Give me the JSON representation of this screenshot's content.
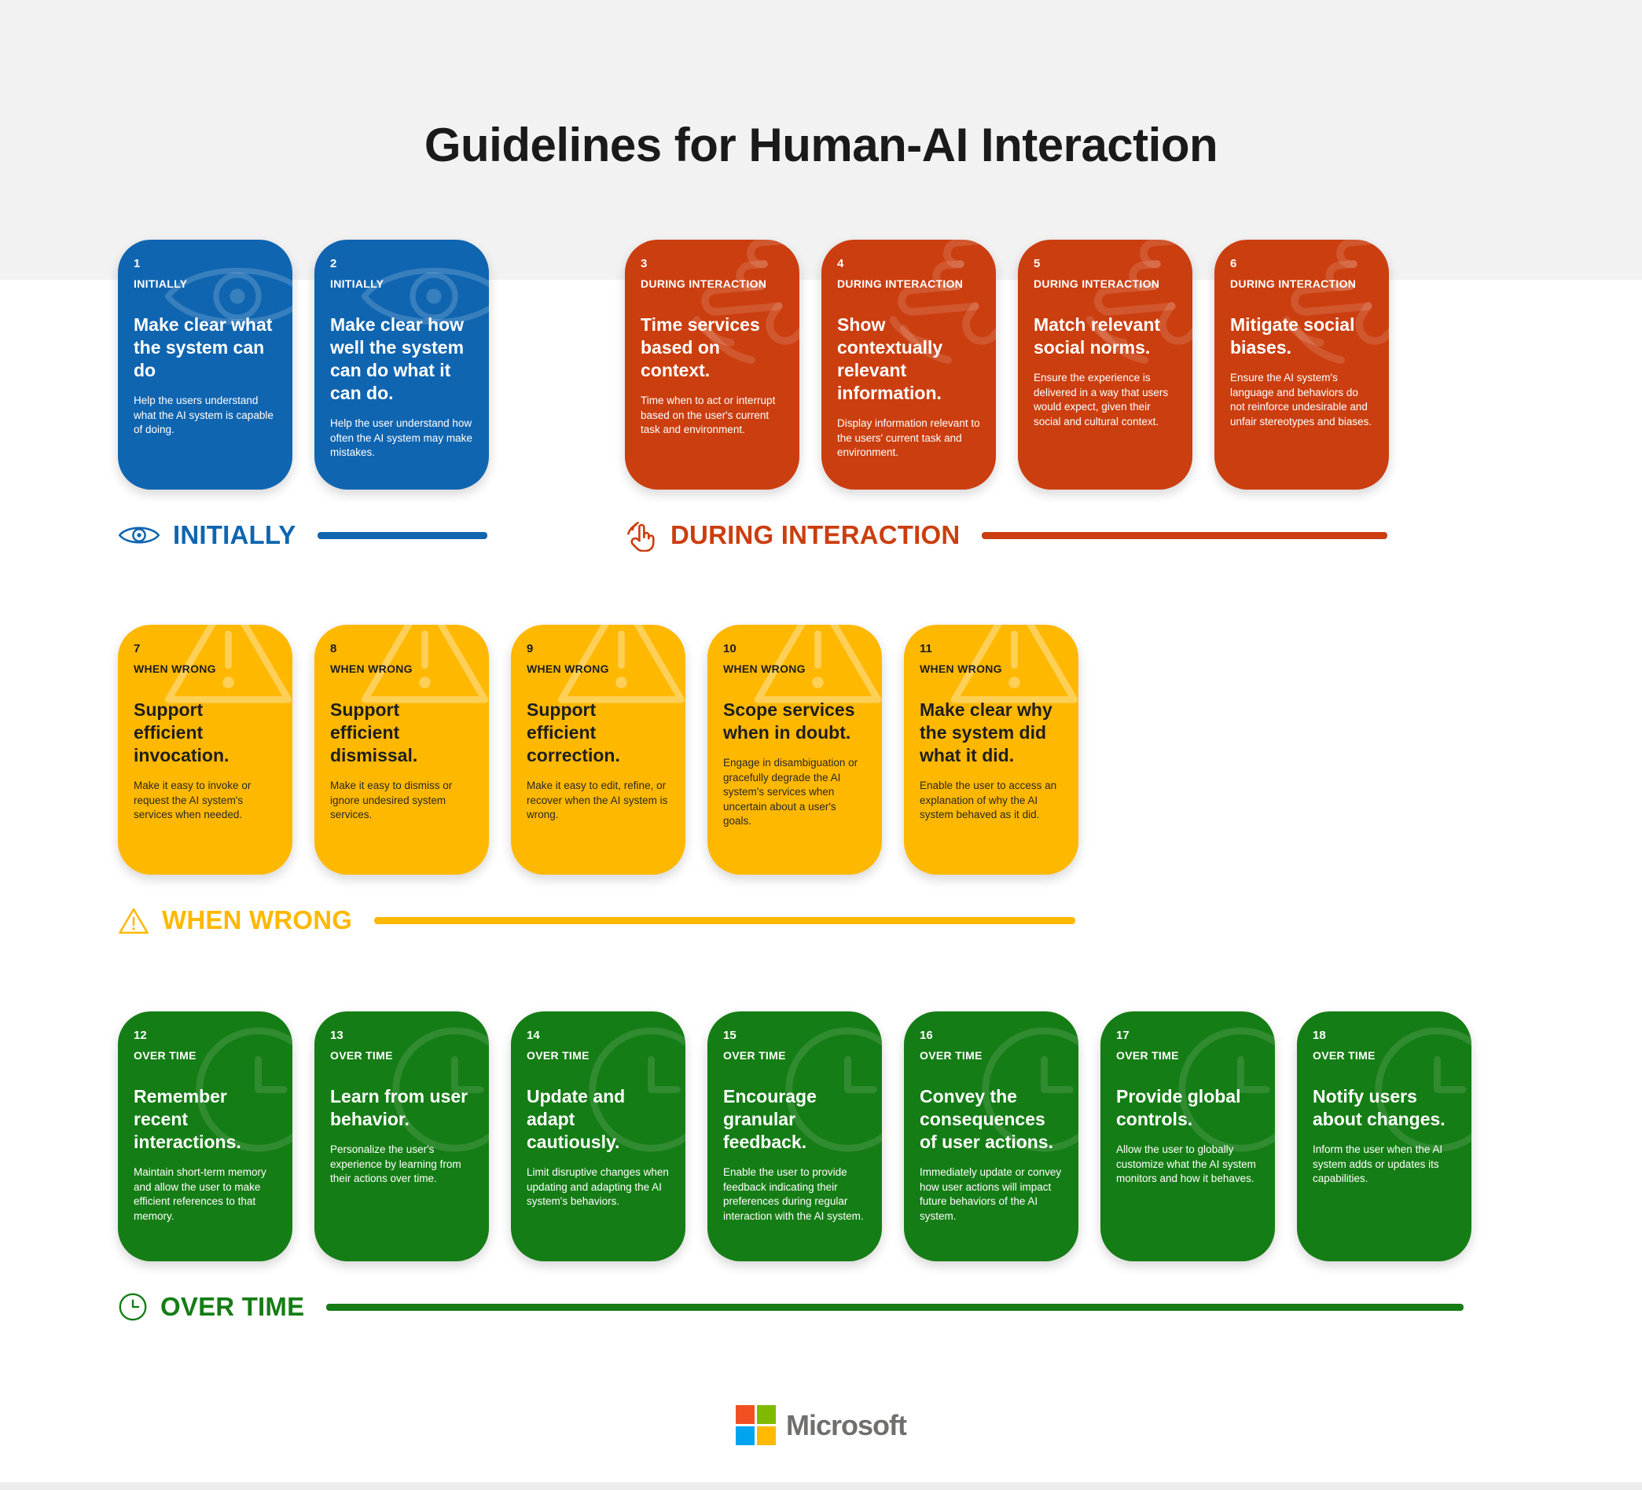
{
  "title": "Guidelines for Human-AI Interaction",
  "sections": [
    {
      "label": "INITIALLY",
      "icon": "eye-icon",
      "color": "#1065b0"
    },
    {
      "label": "DURING INTERACTION",
      "icon": "tap-icon",
      "color": "#cb3e0f"
    },
    {
      "label": "WHEN WRONG",
      "icon": "warning-icon",
      "color": "#ffb800"
    },
    {
      "label": "OVER TIME",
      "icon": "clock-icon",
      "color": "#157d15"
    }
  ],
  "cards": [
    {
      "number": "1",
      "eyebrow": "INITIALLY",
      "title": "Make clear what the system can do",
      "body": "Help the users understand what the AI system is capable of doing."
    },
    {
      "number": "2",
      "eyebrow": "INITIALLY",
      "title": "Make clear how well the system can do what it can do.",
      "body": "Help the user understand how often the AI system may make mistakes."
    },
    {
      "number": "3",
      "eyebrow": "DURING INTERACTION",
      "title": "Time services based on context.",
      "body": "Time when to act or interrupt based on the user's current task and environment."
    },
    {
      "number": "4",
      "eyebrow": "DURING INTERACTION",
      "title": "Show contextually relevant information.",
      "body": "Display information relevant to the users' current task and environment."
    },
    {
      "number": "5",
      "eyebrow": "DURING INTERACTION",
      "title": "Match relevant social norms.",
      "body": "Ensure the experience is delivered in a way that users would expect, given their social and cultural context."
    },
    {
      "number": "6",
      "eyebrow": "DURING INTERACTION",
      "title": "Mitigate social biases.",
      "body": "Ensure the AI system's language and behaviors do not reinforce undesirable and unfair stereotypes and biases."
    },
    {
      "number": "7",
      "eyebrow": "WHEN WRONG",
      "title": "Support efficient invocation.",
      "body": "Make it easy to invoke or request the AI system's services when needed."
    },
    {
      "number": "8",
      "eyebrow": "WHEN WRONG",
      "title": "Support efficient dismissal.",
      "body": "Make it easy to dismiss or ignore undesired system services."
    },
    {
      "number": "9",
      "eyebrow": "WHEN WRONG",
      "title": "Support efficient correction.",
      "body": "Make it easy to edit, refine, or recover when the AI system is wrong."
    },
    {
      "number": "10",
      "eyebrow": "WHEN WRONG",
      "title": "Scope services when in doubt.",
      "body": "Engage in disambiguation or gracefully degrade the AI system's services when uncertain about a user's goals."
    },
    {
      "number": "11",
      "eyebrow": "WHEN WRONG",
      "title": "Make clear why the system did what it did.",
      "body": "Enable the user to access an explanation of why the AI system behaved as it did."
    },
    {
      "number": "12",
      "eyebrow": "OVER TIME",
      "title": "Remember recent interactions.",
      "body": "Maintain short-term memory and allow the user to make efficient references to that memory."
    },
    {
      "number": "13",
      "eyebrow": "OVER TIME",
      "title": "Learn from user behavior.",
      "body": "Personalize the user's experience by learning from their actions over time."
    },
    {
      "number": "14",
      "eyebrow": "OVER TIME",
      "title": "Update and adapt cautiously.",
      "body": "Limit disruptive changes when updating and adapting the AI system's behaviors."
    },
    {
      "number": "15",
      "eyebrow": "OVER TIME",
      "title": "Encourage granular feedback.",
      "body": "Enable the user to provide feedback indicating their preferences during regular interaction with the AI system."
    },
    {
      "number": "16",
      "eyebrow": "OVER TIME",
      "title": "Convey the consequences of user actions.",
      "body": "Immediately update or convey how user actions will impact future behaviors of the AI system."
    },
    {
      "number": "17",
      "eyebrow": "OVER TIME",
      "title": "Provide global controls.",
      "body": "Allow the user to globally customize what the AI system monitors and how it behaves."
    },
    {
      "number": "18",
      "eyebrow": "OVER TIME",
      "title": "Notify users about changes.",
      "body": "Inform the user when the AI system adds or updates its capabilities."
    }
  ],
  "footer": {
    "logo_text": "Microsoft"
  },
  "colors": {
    "initially_blue": "#1065b0",
    "during_red": "#cb3e0f",
    "when_wrong_yellow": "#ffb800",
    "over_time_green": "#157d15",
    "title_text": "#1a1a1a",
    "logo_red": "#f25022",
    "logo_green": "#7fba00",
    "logo_blue": "#00a4ef",
    "logo_yellow": "#ffb900",
    "logo_text_gray": "#706f6e"
  }
}
